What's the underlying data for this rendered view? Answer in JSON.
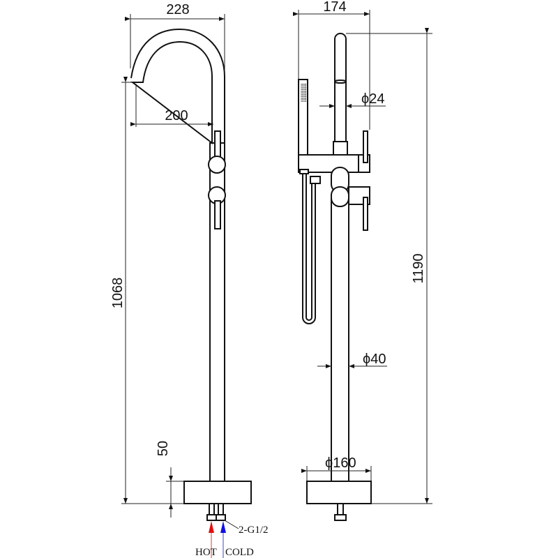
{
  "dimensions": {
    "spout_reach_outer": "228",
    "spout_reach_inner": "200",
    "spout_height": "1068",
    "base_height": "50",
    "total_width": "174",
    "handshower_pipe_dia": "ϕ24",
    "column_dia": "ϕ40",
    "base_dia": "ϕ160",
    "total_height": "1190"
  },
  "labels": {
    "connection": "2-G1/2",
    "hot": "HOT",
    "cold": "COLD"
  },
  "colors": {
    "hot": "#e01010",
    "cold": "#1010e0"
  }
}
